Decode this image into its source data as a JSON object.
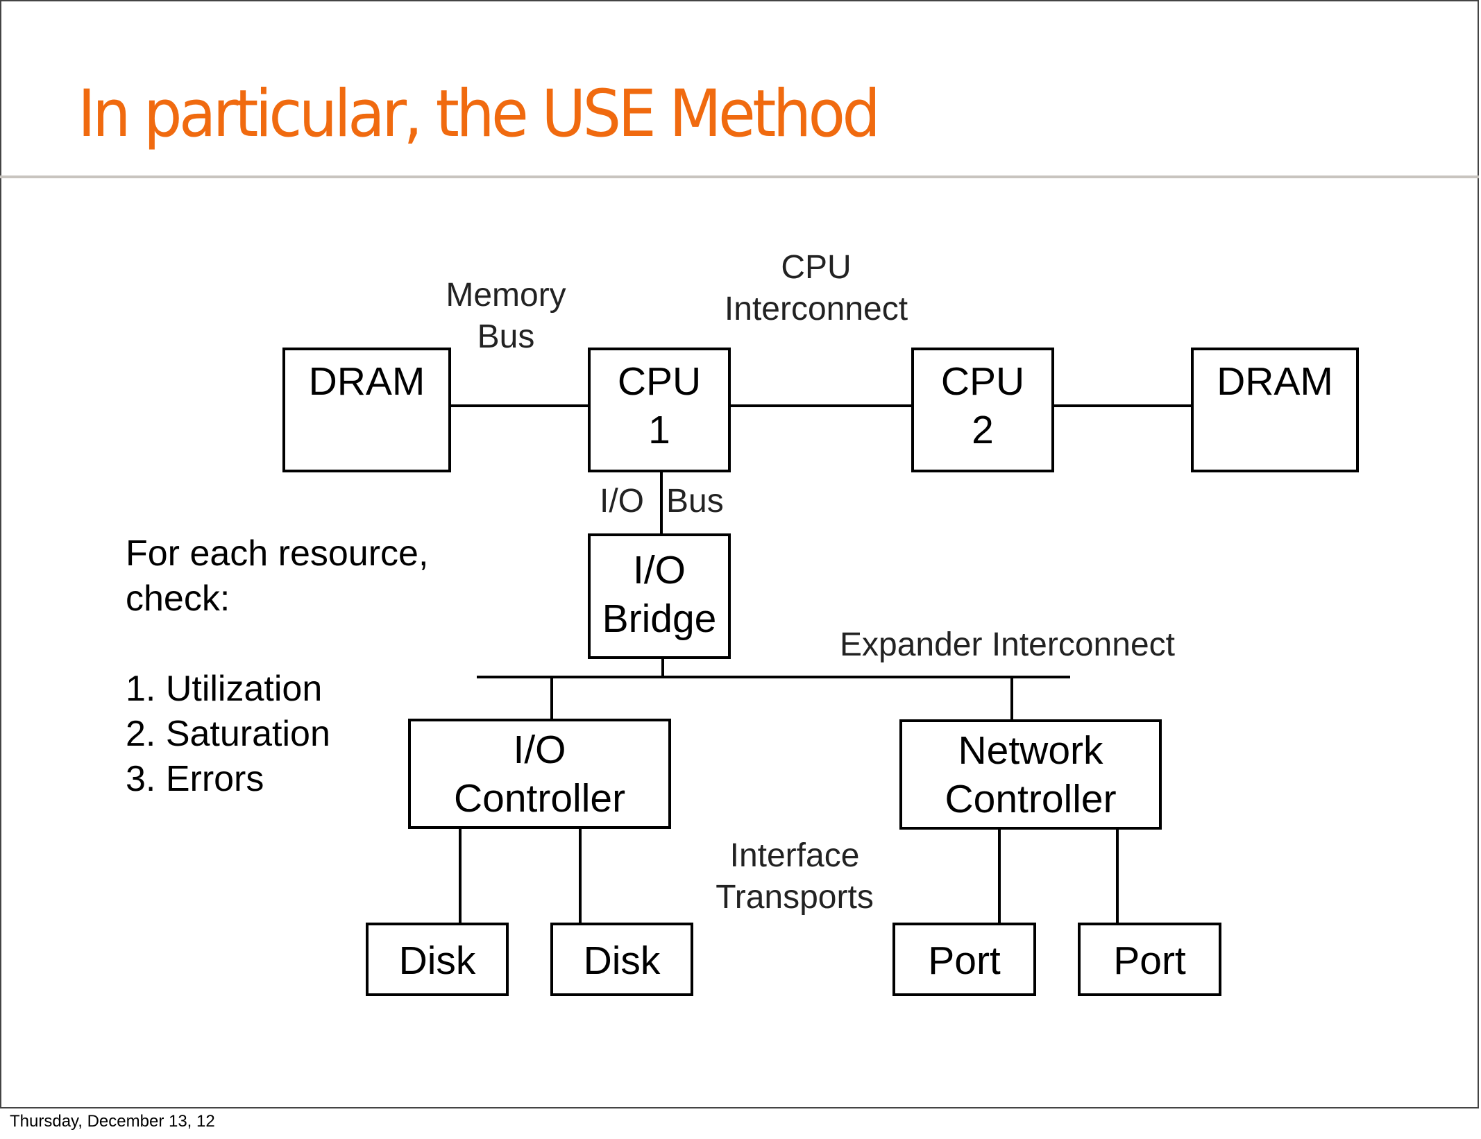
{
  "slide": {
    "title": "In particular, the USE Method",
    "footer_date": "Thursday, December 13, 12",
    "title_color": "#f06a0f"
  },
  "instructions": {
    "line1": "For each resource,",
    "line2": "check:",
    "items": [
      "1. Utilization",
      "2. Saturation",
      "3. Errors"
    ]
  },
  "diagram": {
    "components": {
      "dram_left": {
        "lines": [
          "DRAM"
        ]
      },
      "cpu1": {
        "lines": [
          "CPU",
          "1"
        ]
      },
      "cpu2": {
        "lines": [
          "CPU",
          "2"
        ]
      },
      "dram_right": {
        "lines": [
          "DRAM"
        ]
      },
      "io_bridge": {
        "lines": [
          "I/O",
          "Bridge"
        ]
      },
      "io_controller": {
        "lines": [
          "I/O",
          "Controller"
        ]
      },
      "network_controller": {
        "lines": [
          "Network",
          "Controller"
        ]
      },
      "disk1": {
        "lines": [
          "Disk"
        ]
      },
      "disk2": {
        "lines": [
          "Disk"
        ]
      },
      "port1": {
        "lines": [
          "Port"
        ]
      },
      "port2": {
        "lines": [
          "Port"
        ]
      }
    },
    "labels": {
      "memory_bus": [
        "Memory",
        "Bus"
      ],
      "cpu_interconnect": [
        "CPU",
        "Interconnect"
      ],
      "io_bus_left": "I/O",
      "io_bus_right": "Bus",
      "expander_interconnect": "Expander Interconnect",
      "interface_transports": [
        "Interface",
        "Transports"
      ]
    }
  }
}
